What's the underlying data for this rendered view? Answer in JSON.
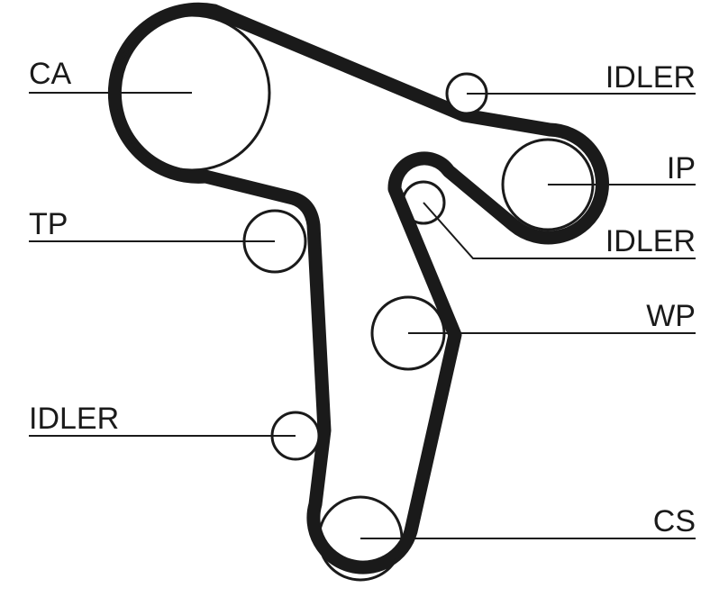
{
  "diagram": {
    "title": "Timing belt routing",
    "colors": {
      "line": "#1a1a1a",
      "background": "#ffffff"
    },
    "labels": {
      "ca": "CA",
      "idler_top": "IDLER",
      "ip": "IP",
      "idler_mid": "IDLER",
      "tp": "TP",
      "wp": "WP",
      "idler_low": "IDLER",
      "cs": "CS"
    }
  }
}
